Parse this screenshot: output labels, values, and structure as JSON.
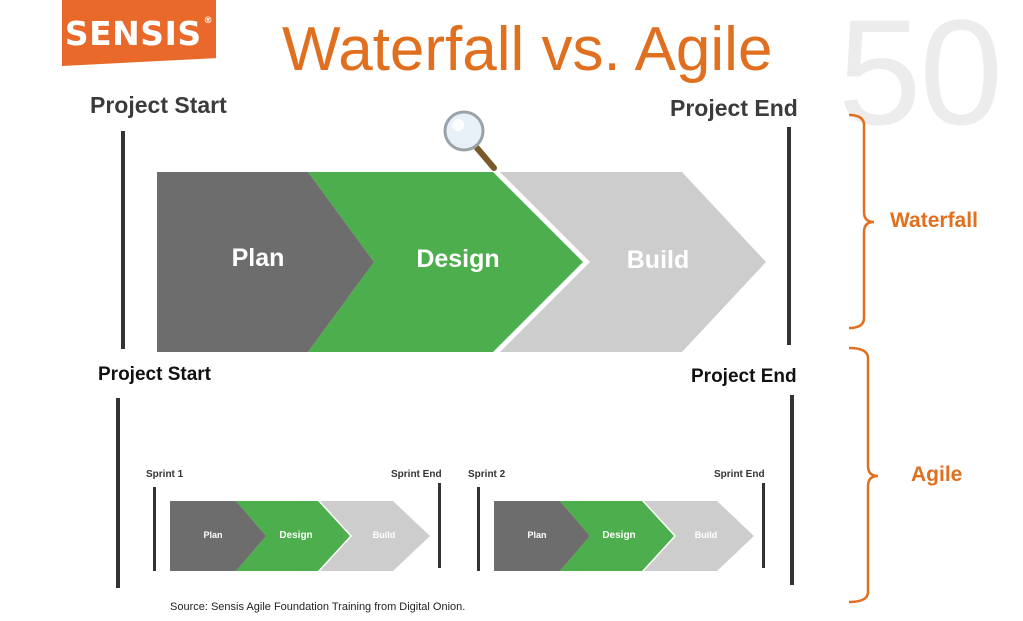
{
  "logo": {
    "text": "SENSIS",
    "mark": "®"
  },
  "title": "Waterfall vs. Agile",
  "slide_number": "50",
  "waterfall": {
    "start_label": "Project Start",
    "end_label": "Project End",
    "bracket_label": "Waterfall",
    "phases": [
      {
        "label": "Plan",
        "color": "#6d6d6d"
      },
      {
        "label": "Design",
        "color": "#4cae4c"
      },
      {
        "label": "Build",
        "color": "#cdcdcd"
      }
    ]
  },
  "agile": {
    "start_label": "Project Start",
    "end_label": "Project End",
    "bracket_label": "Agile",
    "sprints": [
      {
        "start_label": "Sprint 1",
        "end_label": "Sprint End",
        "phases": [
          "Plan",
          "Design",
          "Build"
        ]
      },
      {
        "start_label": "Sprint 2",
        "end_label": "Sprint End",
        "phases": [
          "Plan",
          "Design",
          "Build"
        ]
      }
    ]
  },
  "source": "Source:  Sensis Agile Foundation Training from Digital Onion.",
  "colors": {
    "accent": "#e07020",
    "plan": "#6d6d6d",
    "design": "#4cae4c",
    "build": "#cdcdcd"
  },
  "icons": {
    "magnifier": "magnifier-icon"
  }
}
